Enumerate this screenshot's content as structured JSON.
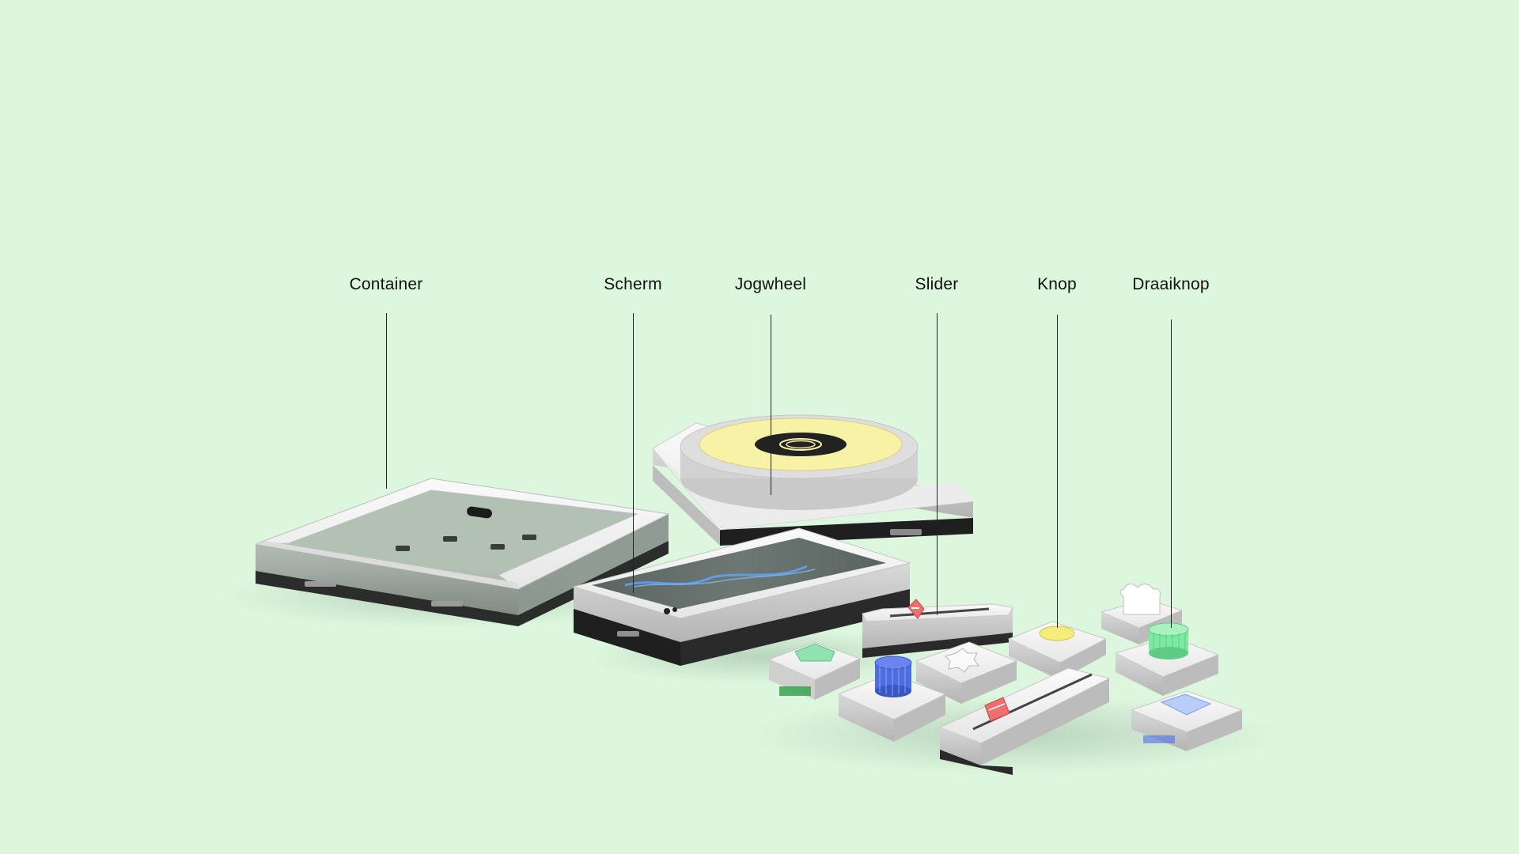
{
  "colors": {
    "background": "#ddf7df",
    "module_white": "#f2f2f2",
    "module_side": "#c9c9c9",
    "acrylic": "#9aa19c",
    "jog_yellow": "#f7f2a6",
    "knob_green": "#7de8a0",
    "knob_blue": "#4f6fe0",
    "slider_red": "#ef6e6e",
    "button_yellow": "#f5ec7a",
    "pad_blue": "#b8cdfa",
    "pad_green": "#8fe3ae"
  },
  "labels": [
    {
      "key": "container",
      "text": "Container"
    },
    {
      "key": "scherm",
      "text": "Scherm"
    },
    {
      "key": "jogwheel",
      "text": "Jogwheel"
    },
    {
      "key": "slider",
      "text": "Slider"
    },
    {
      "key": "knop",
      "text": "Knop"
    },
    {
      "key": "draaiknop",
      "text": "Draaiknop"
    }
  ]
}
